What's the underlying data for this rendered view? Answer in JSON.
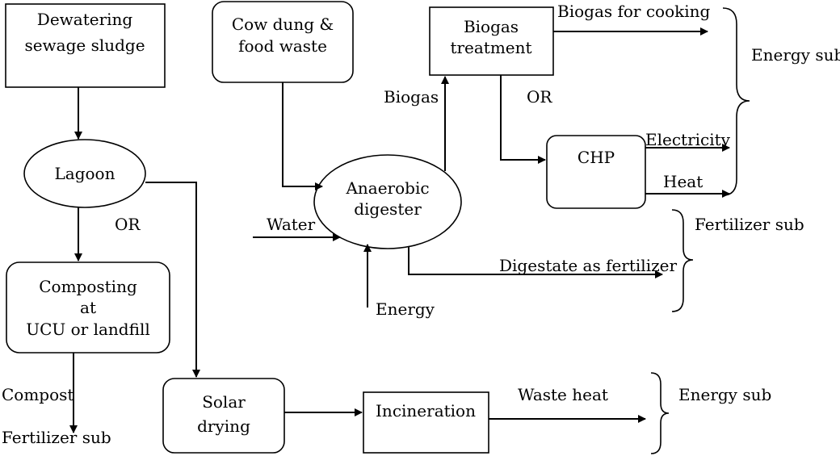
{
  "nodes": {
    "dewatering": [
      "Dewatering",
      "sewage sludge"
    ],
    "cowdung": [
      "Cow dung &",
      "food waste"
    ],
    "biogas_treatment": [
      "Biogas",
      "treatment"
    ],
    "lagoon": [
      "Lagoon"
    ],
    "anaerobic_digester": [
      "Anaerobic",
      "digester"
    ],
    "chp": [
      "CHP"
    ],
    "composting": [
      "Composting",
      "at",
      "UCU or landfill"
    ],
    "solar_drying": [
      "Solar",
      "drying"
    ],
    "incineration": [
      "Incineration"
    ]
  },
  "labels": {
    "biogas_for_cooking": "Biogas for cooking",
    "biogas": "Biogas",
    "or_biogas": "OR",
    "electricity": "Electricity",
    "heat": "Heat",
    "water": "Water",
    "energy_input": "Energy",
    "or_lagoon": "OR",
    "digestate": "Digestate as fertilizer",
    "compost": "Compost",
    "fertilizer_sub_bottom": "Fertilizer sub",
    "waste_heat": "Waste heat"
  },
  "groups": {
    "energy_sub_top": "Energy sub",
    "fertilizer_sub": "Fertilizer sub",
    "energy_sub_bottom": "Energy sub"
  }
}
